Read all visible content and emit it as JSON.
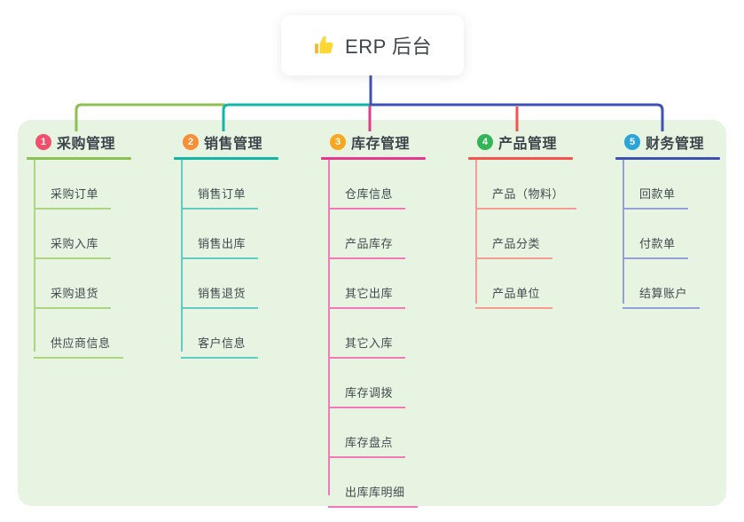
{
  "root": {
    "title": "ERP 后台",
    "icon": "thumbs-up-icon",
    "icon_color": "#fdd835"
  },
  "canvas": {
    "background": "#ffffff",
    "panel_color": "#e6f4e1"
  },
  "connector_color": "#3f51b5",
  "branches": [
    {
      "badge": "1",
      "title": "采购管理",
      "badge_color": "#f0506b",
      "color": "#8cc152",
      "light_color": "#abd57f",
      "children": [
        "采购订单",
        "采购入库",
        "采购退货",
        "供应商信息"
      ]
    },
    {
      "badge": "2",
      "title": "销售管理",
      "badge_color": "#f88e35",
      "color": "#13b5a7",
      "light_color": "#62ccc0",
      "children": [
        "销售订单",
        "销售出库",
        "销售退货",
        "客户信息"
      ]
    },
    {
      "badge": "3",
      "title": "库存管理",
      "badge_color": "#f7a81f",
      "color": "#e5388f",
      "light_color": "#f07ab7",
      "children": [
        "仓库信息",
        "产品库存",
        "其它出库",
        "其它入库",
        "库存调拨",
        "库存盘点",
        "出库库明细"
      ]
    },
    {
      "badge": "4",
      "title": "产品管理",
      "badge_color": "#33b457",
      "color": "#f4544c",
      "light_color": "#f79b94",
      "children": [
        "产品（物料）",
        "产品分类",
        "产品单位"
      ]
    },
    {
      "badge": "5",
      "title": "财务管理",
      "badge_color": "#2aa4d9",
      "color": "#3f51b5",
      "light_color": "#92a1da",
      "children": [
        "回款单",
        "付款单",
        "结算账户"
      ]
    }
  ]
}
